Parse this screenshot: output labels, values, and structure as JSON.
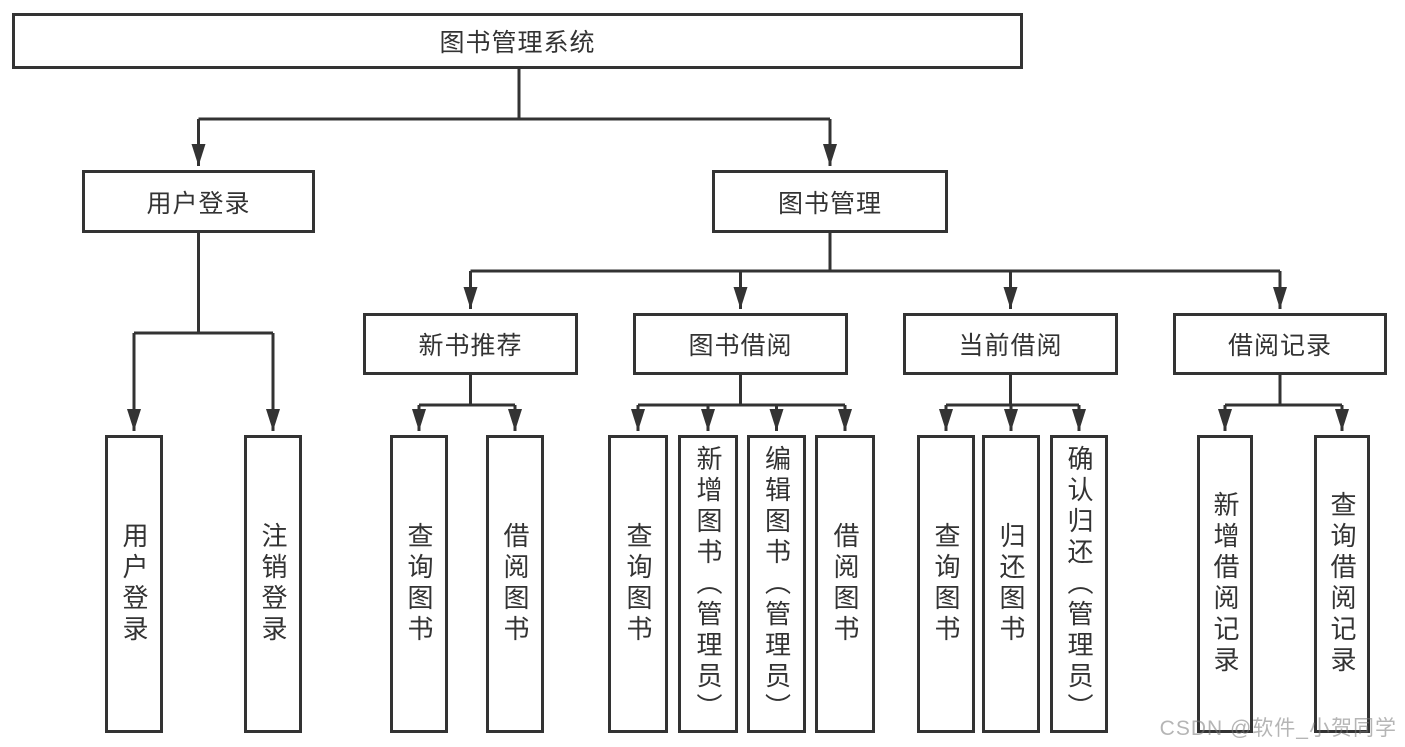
{
  "diagram": {
    "root": "图书管理系统",
    "level2": {
      "user_login": "用户登录",
      "book_mgmt": "图书管理"
    },
    "level3": {
      "new_book_rec": "新书推荐",
      "book_borrow": "图书借阅",
      "current_borrow": "当前借阅",
      "borrow_records": "借阅记录"
    },
    "leaves": {
      "user_login_1": "用户登录",
      "user_login_2": "注销登录",
      "new_book_1": "查询图书",
      "new_book_2": "借阅图书",
      "book_borrow_1": "查询图书",
      "book_borrow_2": "新增图书（管理员）",
      "book_borrow_3": "编辑图书（管理员）",
      "book_borrow_4": "借阅图书",
      "current_borrow_1": "查询图书",
      "current_borrow_2": "归还图书",
      "current_borrow_3": "确认归还（管理员）",
      "borrow_records_1": "新增借阅记录",
      "borrow_records_2": "查询借阅记录"
    }
  },
  "watermark": {
    "text": "CSDN @软件_小贺同学"
  },
  "colors": {
    "line": "#333333",
    "text": "#333333",
    "box_background": "#ffffff",
    "page_background": "#ffffff",
    "watermark": "#b5b5b5"
  }
}
